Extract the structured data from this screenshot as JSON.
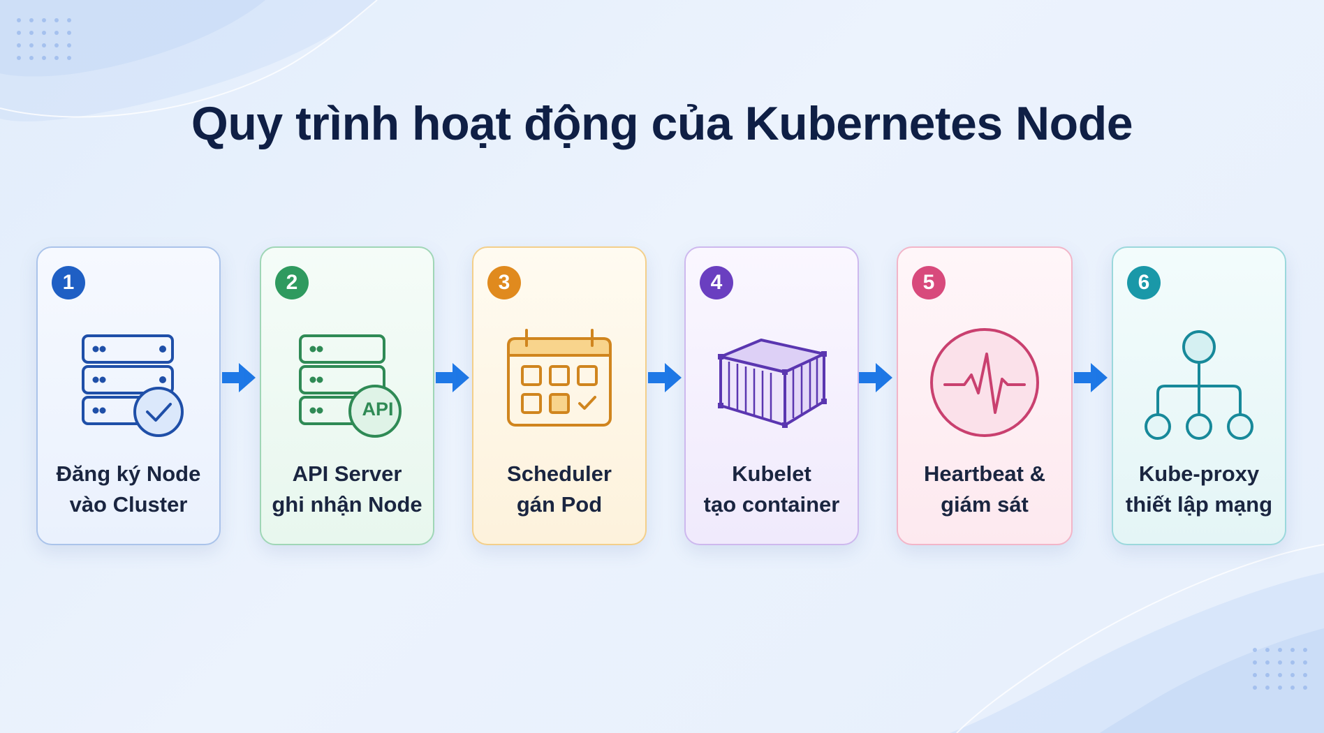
{
  "title": "Quy trình hoạt động của Kubernetes Node",
  "colors": {
    "arrow": "#1e78e6",
    "title": "#0f1f45"
  },
  "steps": [
    {
      "number": "1",
      "line1": "Đăng ký Node",
      "line2": "vào Cluster",
      "icon": "server-check-icon",
      "accent": "#1f5fc4"
    },
    {
      "number": "2",
      "line1": "API Server",
      "line2": "ghi nhận Node",
      "icon": "server-api-icon",
      "accent": "#2f9a5f",
      "badge_text": "API"
    },
    {
      "number": "3",
      "line1": "Scheduler",
      "line2": "gán Pod",
      "icon": "calendar-icon",
      "accent": "#e08a1e"
    },
    {
      "number": "4",
      "line1": "Kubelet",
      "line2": "tạo container",
      "icon": "container-icon",
      "accent": "#6a3fc0"
    },
    {
      "number": "5",
      "line1": "Heartbeat &",
      "line2": "giám sát",
      "icon": "heartbeat-icon",
      "accent": "#d84a7c"
    },
    {
      "number": "6",
      "line1": "Kube-proxy",
      "line2": "thiết lập mạng",
      "icon": "network-icon",
      "accent": "#1a98a8"
    }
  ]
}
